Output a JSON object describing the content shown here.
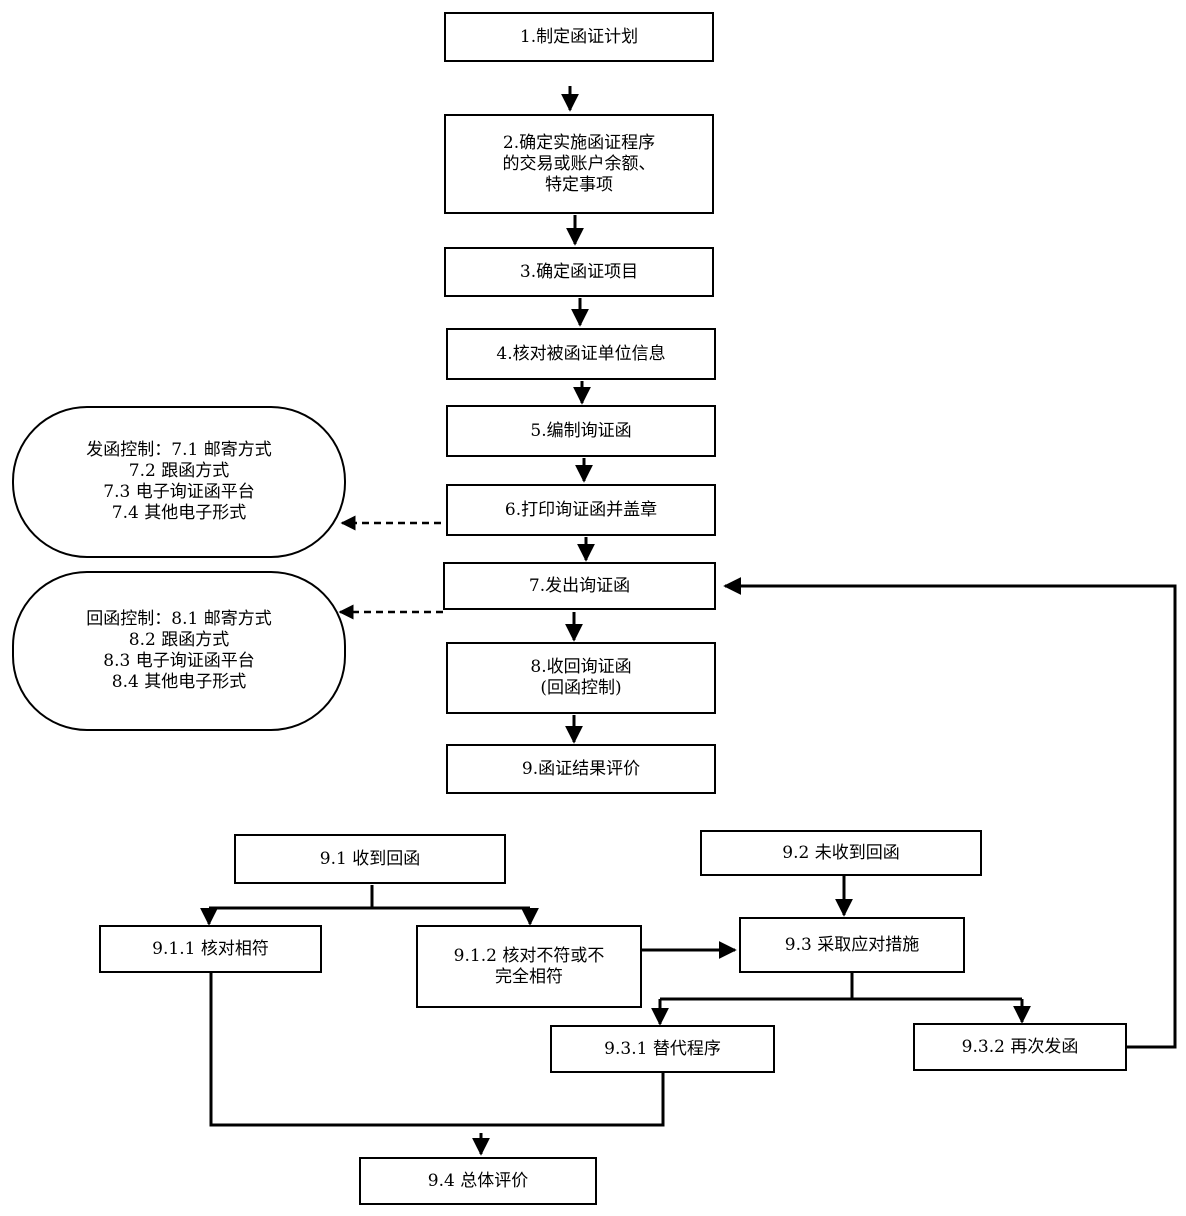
{
  "steps": {
    "s1": "1.制定函证计划",
    "s2": "2.确定实施函证程序\n的交易或账户余额、\n特定事项",
    "s3": "3.确定函证项目",
    "s4": "4.核对被函证单位信息",
    "s5": "5.编制询证函",
    "s6": "6.打印询证函并盖章",
    "s7": "7.发出询证函",
    "s8": "8.收回询证函\n(回函控制)",
    "s9": "9.函证结果评价"
  },
  "send_control": "发函控制：7.1 邮寄方式\n7.2 跟函方式\n7.3 电子询证函平台\n7.4 其他电子形式",
  "reply_control": "回函控制：8.1 邮寄方式\n8.2 跟函方式\n8.3 电子询证函平台\n8.4 其他电子形式",
  "results": {
    "r91": "9.1 收到回函",
    "r92": "9.2 未收到回函",
    "r911": "9.1.1 核对相符",
    "r912": "9.1.2 核对不符或不\n完全相符",
    "r93": "9.3 采取应对措施",
    "r931": "9.3.1 替代程序",
    "r932": "9.3.2 再次发函",
    "r94": "9.4 总体评价"
  }
}
